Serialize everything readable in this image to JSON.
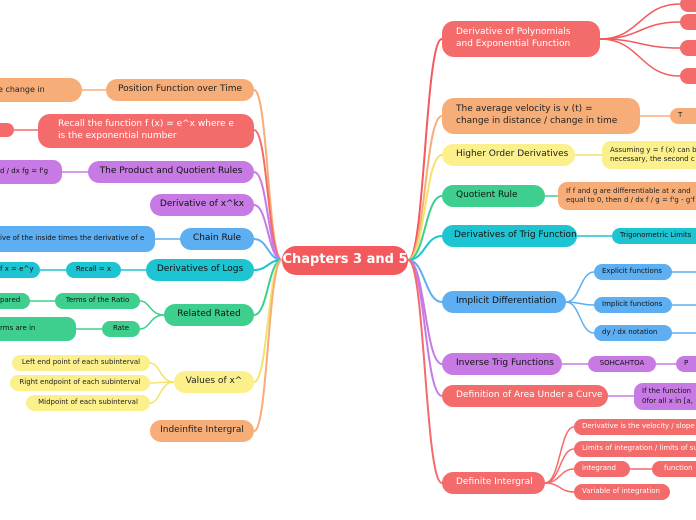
{
  "center": {
    "label": "Chapters 3 and 5"
  },
  "right": {
    "polynomials": "Derivative of Polynomials and Exponential Function",
    "avg_velocity": "The average velocity is v (t) = change in distance / change in time",
    "avg_velocity_child": "T",
    "higher_order": "Higher Order Derivatives",
    "higher_order_child": "Assuming y = f (x) can be necessary, the second c",
    "quotient": "Quotient Rule",
    "quotient_child": "If f and g are differentiable at x and equal to 0, then d / dx f / g = f'g - g'f",
    "trig": "Derivatives of Trig Functions",
    "trig_child": "Trigonometric Limits",
    "implicit": "Implicit Differentiation",
    "implicit_children": [
      "Explicit functions",
      "Implicit functions",
      "dy / dx notation"
    ],
    "inverse_trig": "Inverse Trig Functions",
    "sohcahtoa": "SOHCAHTOA",
    "inverse_trig_grandchild": "P",
    "area": "Definition of Area Under a Curve",
    "area_child": "If the function 0for all x in [a,",
    "definite": "Definite Intergral",
    "definite_children": [
      "Derivative is the velocity / slope ra",
      "Limits of integration / limits of sum",
      "integrand",
      "Variable of integration"
    ],
    "integrand_child": "function"
  },
  "left": {
    "position": "Position Function over Time",
    "position_child": "e change in",
    "recall": "Recall the function f (x) = e^x where e is the exponential number",
    "product": "The Product and Quotient Rules",
    "product_child": "d / dx fg = f'g",
    "deriv_xkx": "Derivative of x^kx",
    "chain": "Chain Rule",
    "chain_child": "ive of the inside times the derivative of e",
    "logs": "Derivatives of Logs",
    "logs_child": "Recall = x",
    "logs_grandchild": "f x = e^y",
    "related": "Related Rated",
    "related_children": [
      "Terms of the Ratio",
      "Rate"
    ],
    "related_gc1": "pared",
    "related_gc2": "rms are in",
    "values": "Values of x^",
    "values_children": [
      "Left end point of each subinterval",
      "Right endpoint of each subinterval",
      "Midpoint of each subinterval"
    ],
    "indefinite": "Indeinfite Intergral"
  }
}
